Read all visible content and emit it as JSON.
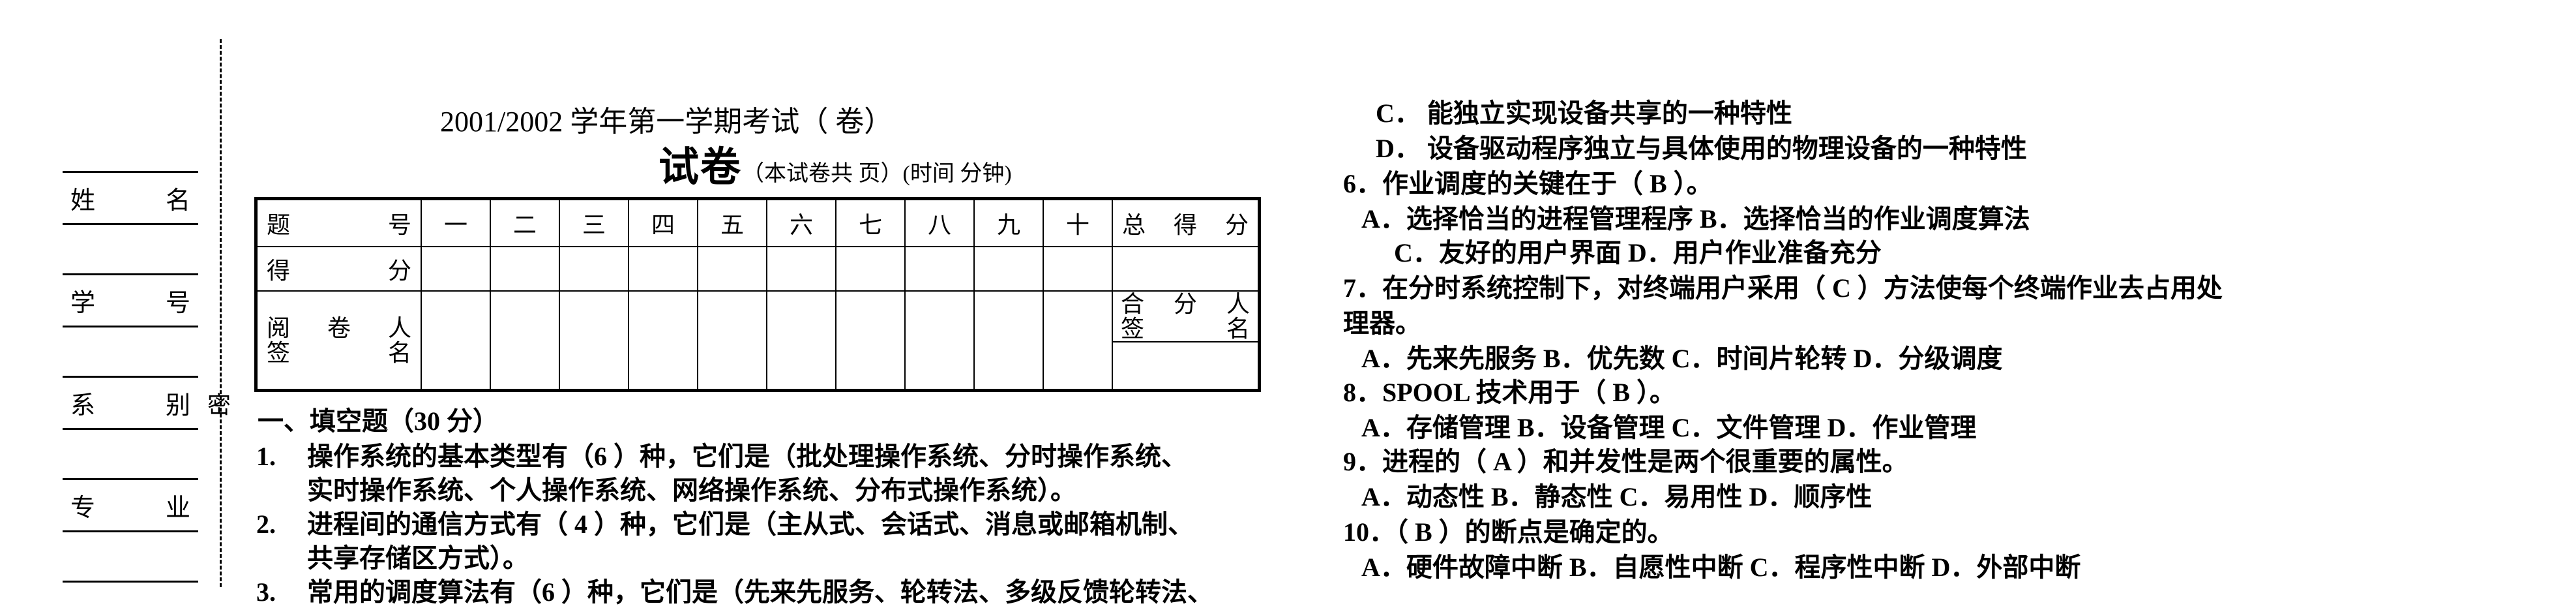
{
  "binding_strip": {
    "fields": [
      {
        "label_a": "姓",
        "label_b": "名"
      },
      {
        "label_a": "学",
        "label_b": "号"
      },
      {
        "label_a": "系",
        "label_b": "别"
      },
      {
        "label_a": "专",
        "label_b": "业"
      }
    ],
    "seal_char": "密"
  },
  "header": {
    "exam_title": "2001/2002 学年第一学期考试（  卷）",
    "paper_title": "试卷",
    "paper_note": "（本试卷共    页）(时间   分钟)"
  },
  "score_table": {
    "row1": {
      "head_a": "题",
      "head_b": "号",
      "cols": [
        "一",
        "二",
        "三",
        "四",
        "五",
        "六",
        "七",
        "八",
        "九",
        "十"
      ],
      "total_a": "总",
      "total_b": "得",
      "total_c": "分"
    },
    "row2": {
      "head_a": "得",
      "head_b": "分"
    },
    "row3": {
      "head_line1_a": "阅",
      "head_line1_b": "卷",
      "head_line1_c": "人",
      "head_line2_a": "签",
      "head_line2_b": "名",
      "total_line1_a": "合",
      "total_line1_b": "分",
      "total_line1_c": "人",
      "total_line2_a": "签",
      "total_line2_b": "名"
    }
  },
  "left_column": {
    "section_title": "一、填空题（30 分）",
    "items": [
      {
        "num": "1.",
        "text": "操作系统的基本类型有（6 ）种，它们是（批处理操作系统、分时操作系统、"
      },
      {
        "num": "",
        "text": "实时操作系统、个人操作系统、网络操作系统、分布式操作系统）。"
      },
      {
        "num": "2.",
        "text": "进程间的通信方式有（ 4 ）种，它们是（主从式、会话式、消息或邮箱机制、"
      },
      {
        "num": "",
        "text": "共享存储区方式）。"
      },
      {
        "num": "3.",
        "text": "常用的调度算法有（6 ）种，它们是（先来先服务、轮转法、多级反馈轮转法、"
      }
    ]
  },
  "right_column": {
    "lines": [
      "C．    能独立实现设备共享的一种特性",
      "D．    设备驱动程序独立与具体使用的物理设备的一种特性",
      "6．作业调度的关键在于（  B  ）。",
      "A．选择恰当的进程管理程序   B．选择恰当的作业调度算法",
      "C．友好的用户界面         D．用户作业准备充分",
      "7．在分时系统控制下，对终端用户采用（  C  ）方法使每个终端作业去占用处",
      "理器。",
      "A．先来先服务   B．优先数   C．时间片轮转   D．分级调度",
      "8．SPOOL 技术用于（  B  ）。",
      "A．存储管理   B．设备管理   C．文件管理   D．作业管理",
      "9．进程的（  A  ）和并发性是两个很重要的属性。",
      "A．动态性   B．静态性   C．易用性   D．顺序性",
      "10．（  B  ）的断点是确定的。",
      "A．硬件故障中断   B．自愿性中断   C．程序性中断   D．外部中断"
    ]
  }
}
